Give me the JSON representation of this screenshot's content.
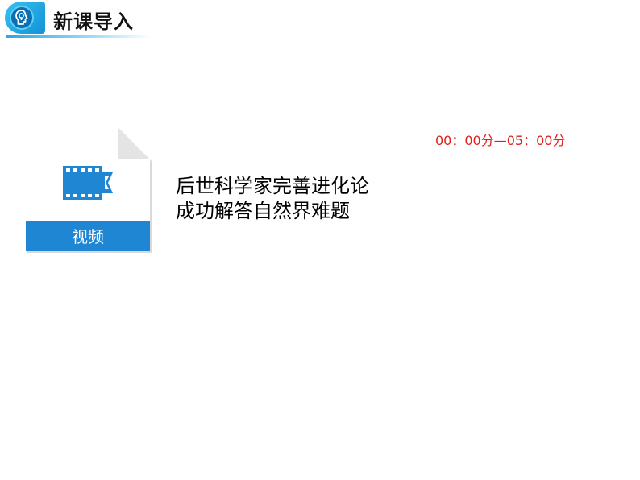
{
  "header": {
    "title": "新课导入",
    "icon": "lightbulb-head-icon",
    "accent_color": "#1f9ee0"
  },
  "video": {
    "icon": "video-file-icon",
    "label": "视频",
    "label_bar_color": "#1f86d3"
  },
  "time_range": "00：00分—05：00分",
  "caption": {
    "line1": "后世科学家完善进化论",
    "line2": "成功解答自然界难题"
  },
  "colors": {
    "time_text": "#e0201b",
    "caption_text": "#000000"
  }
}
